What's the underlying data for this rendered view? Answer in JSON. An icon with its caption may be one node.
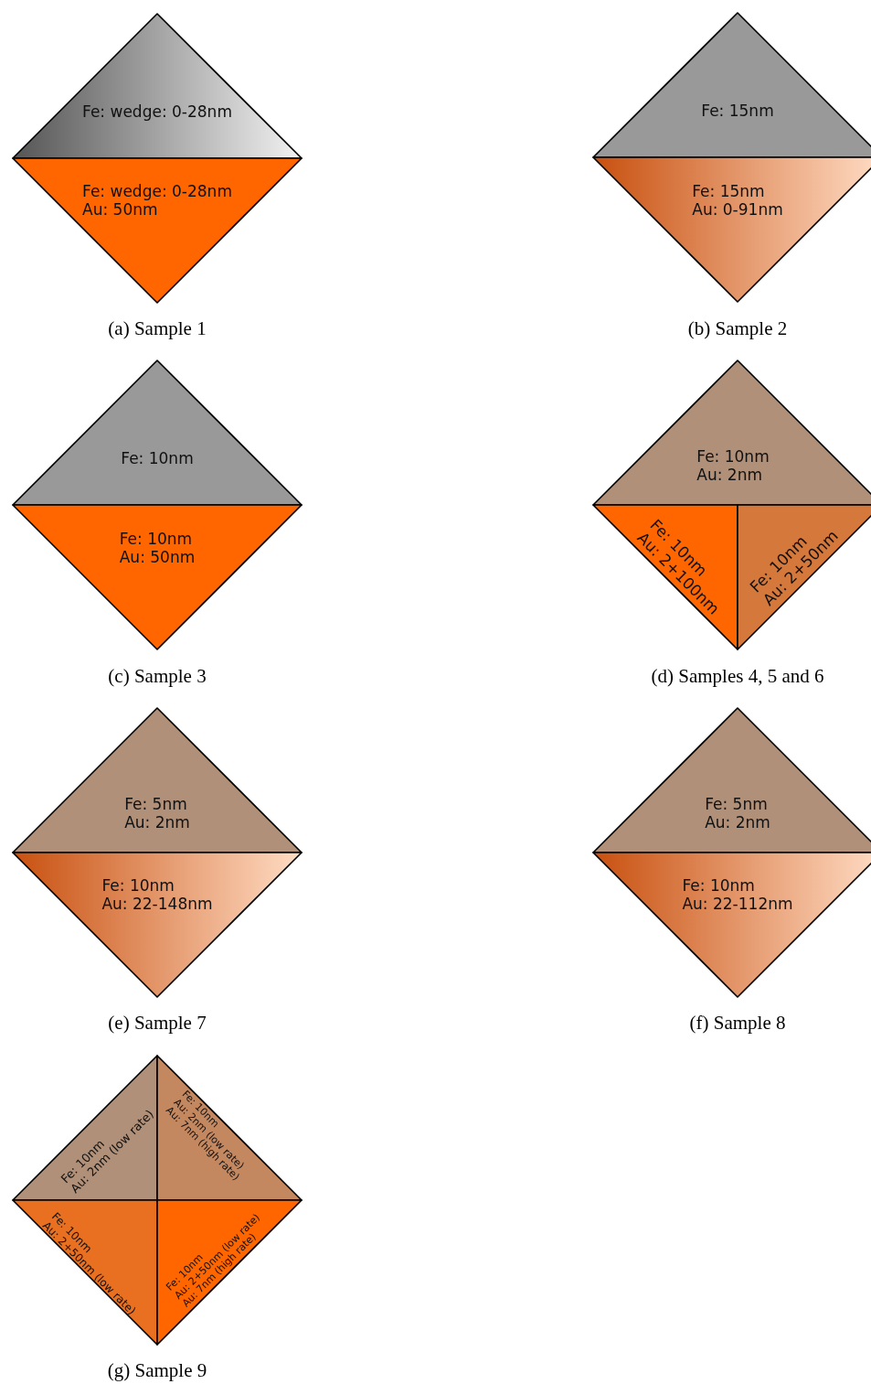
{
  "diagram": {
    "nodes": [
      {
        "text": [
          "Fe: wedge: 0-28nm"
        ]
      },
      {
        "text": [
          "Fe: wedge: 0-28nm",
          "Au: 50nm"
        ]
      },
      {
        "text": [
          "Fe: 15nm"
        ]
      },
      {
        "text": [
          "Fe: 15nm",
          "Au: 0-91nm"
        ]
      },
      {
        "text": [
          "Fe: 10nm"
        ]
      },
      {
        "text": [
          "Fe: 10nm",
          "Au: 50nm"
        ]
      },
      {
        "text": [
          "Fe: 10nm",
          "Au: 2nm"
        ]
      },
      {
        "text": [
          "Fe: 10nm",
          "Au: 2+100nm"
        ]
      },
      {
        "text": [
          "Fe: 10nm",
          "Au: 2+50nm"
        ]
      },
      {
        "text": [
          "Fe: 5nm",
          "Au: 2nm"
        ]
      },
      {
        "text": [
          "Fe: 10nm",
          "Au: 22-148nm"
        ]
      },
      {
        "text": [
          "Fe: 5nm",
          "Au: 2nm"
        ]
      },
      {
        "text": [
          "Fe: 10nm",
          "Au: 22-112nm"
        ]
      },
      {
        "text": [
          "Fe: 10nm",
          "Au: 2nm (low rate)"
        ]
      },
      {
        "text": [
          "Fe: 10nm",
          "Au: 2nm (low rate)",
          "Au: 7nm (high rate)"
        ]
      },
      {
        "text": [
          "Fe: 10nm",
          "Au: 2+50nm (low rate)"
        ]
      },
      {
        "text": [
          "Fe: 10nm",
          "Au: 2+50nm (low rate)",
          "Au: 7nm (high rate)"
        ]
      }
    ],
    "labels": [
      "(a) Sample 1",
      "(b) Sample 2",
      "(c) Sample 3",
      "(d) Samples 4, 5 and 6",
      "(e) Sample 7",
      "(f) Sample 8",
      "(g) Sample 9"
    ]
  }
}
